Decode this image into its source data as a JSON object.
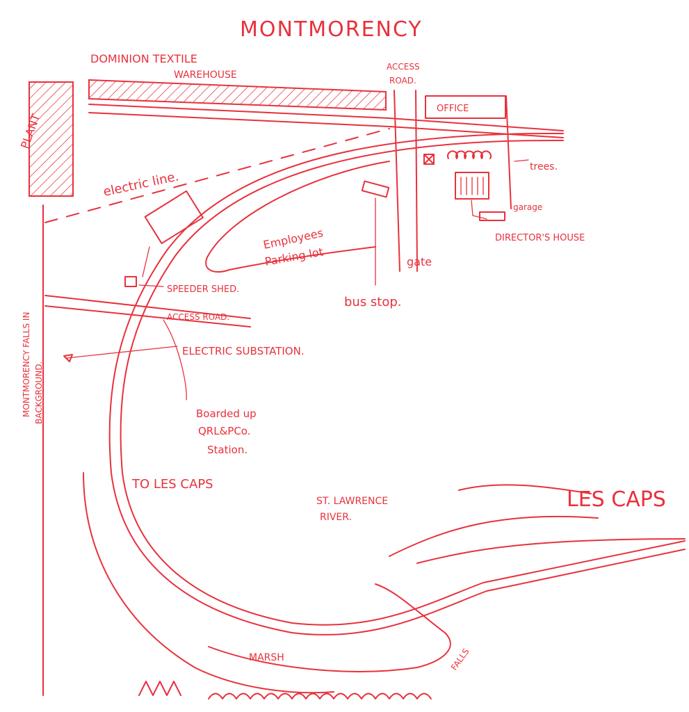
{
  "title": "MONTMORENCY",
  "labels": {
    "warehouse_1": "DOMINION TEXTILE",
    "warehouse_2": "WAREHOUSE",
    "plant": "PLANT",
    "access_road_top_1": "ACCESS",
    "access_road_top_2": "ROAD.",
    "office": "OFFICE",
    "trees": "trees.",
    "garage": "garage",
    "directors_house": "DIRECTOR'S HOUSE",
    "electric_line": "electric line.",
    "parking_1": "Employees",
    "parking_2": "Parking lot",
    "gate": "gate",
    "bus_stop": "bus stop.",
    "speeder_shed": "SPEEDER SHED.",
    "access_road_mid": "ACCESS ROAD.",
    "substation": "ELECTRIC SUBSTATION.",
    "falls_bg_1": "MONTMORENCY FALLS IN",
    "falls_bg_2": "BACKGROUND.",
    "station_1": "Boarded up",
    "station_2": "QRL&PCo.",
    "station_3": "Station.",
    "to_les_caps": "TO LES CAPS",
    "river_1": "ST. LAWRENCE",
    "river_2": "RIVER.",
    "les_caps": "LES CAPS",
    "marsh": "MARSH",
    "falls": "FALLS"
  },
  "colors": {
    "ink": "#e8313c"
  }
}
